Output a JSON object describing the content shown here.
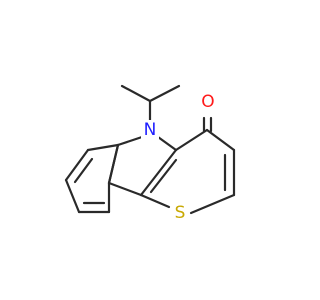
{
  "molecule": {
    "atoms": [
      {
        "id": "N",
        "symbol": "N",
        "color": "#1f1fff"
      },
      {
        "id": "O",
        "symbol": "O",
        "color": "#ff1a1a"
      },
      {
        "id": "S",
        "symbol": "S",
        "color": "#c8a800"
      }
    ]
  }
}
